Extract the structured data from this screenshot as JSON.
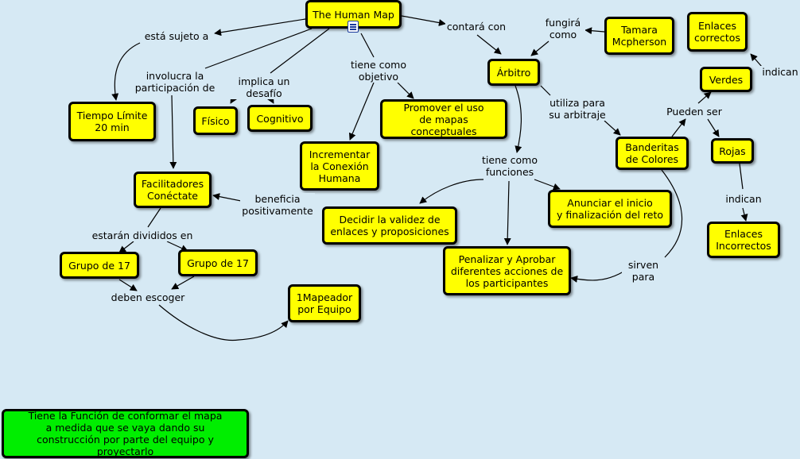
{
  "nodes": {
    "human_map": "The Human Map",
    "tiempo": "Tiempo Límite\n20 min",
    "fisico": "Físico",
    "cognitivo": "Cognitivo",
    "facilitadores": "Facilitadores\nConéctate",
    "grupo1": "Grupo de 17",
    "grupo2": "Grupo de 17",
    "mapeador": "1Mapeador\npor Equipo",
    "incrementar": "Incrementar\nla Conexión\nHumana",
    "promover": "Promover el uso\nde mapas conceptuales",
    "decidir": "Decidir la validez de\nenlaces y proposiciones",
    "penalizar": "Penalizar y Aprobar\ndiferentes acciones de\nlos participantes",
    "anunciar": "Anunciar el inicio\ny finalización del reto",
    "arbitro": "Árbitro",
    "tamara": "Tamara\nMcpherson",
    "enlaces_correctos": "Enlaces\ncorrectos",
    "verdes": "Verdes",
    "rojas": "Rojas",
    "banderitas": "Banderitas\nde Colores",
    "enlaces_incorrectos": "Enlaces\nIncorrectos",
    "funcion": "Tiene la Función de conformar el mapa\na medida que se vaya dando su\nconstrucción por parte del equipo y proyectarlo"
  },
  "links": {
    "esta_sujeto": "está sujeto a",
    "involucra": "involucra la\nparticipación de",
    "implica": "implica un desafío",
    "tiene_objetivo": "tiene como\nobjetivo",
    "contara": "contará con",
    "fungira": "fungirá\ncomo",
    "indican1": "indican",
    "pueden_ser": "Pueden ser",
    "utiliza": "utiliza para\nsu arbitraje",
    "tiene_funciones": "tiene como\nfunciones",
    "beneficia": "beneficia\npositivamente",
    "divididos": "estarán divididos en",
    "escoger": "deben escoger",
    "sirven": "sirven\npara",
    "indican2": "indican"
  },
  "icons": {
    "resource": "document-icon"
  },
  "colors": {
    "background": "#d6e9f4",
    "node_fill": "#ffff00",
    "note_fill": "#00ee00",
    "border": "#000000"
  }
}
